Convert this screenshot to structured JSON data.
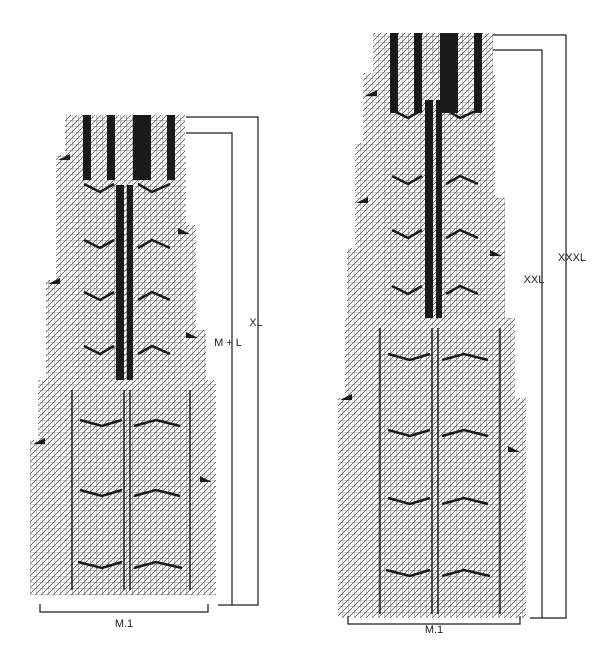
{
  "left_chart": {
    "bottom_label": "M.1",
    "size_labels": [
      "M + L",
      "XL"
    ]
  },
  "right_chart": {
    "bottom_label": "M.1",
    "size_labels": [
      "XXL",
      "XXXL"
    ]
  },
  "colors": {
    "ink": "#1a1a1a",
    "grid": "#555555",
    "background": "#ffffff"
  }
}
